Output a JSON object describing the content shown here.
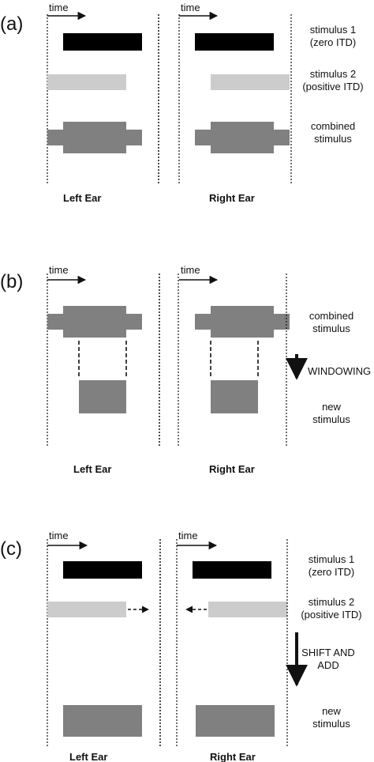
{
  "panels": [
    {
      "label": "(a)",
      "time_label_left": "time",
      "time_label_right": "time",
      "ear_left": "Left Ear",
      "ear_right": "Right Ear",
      "side_labels": {
        "stim1": [
          "stimulus 1",
          "(zero ITD)"
        ],
        "stim2": [
          "stimulus 2",
          "(positive ITD)"
        ],
        "combined": [
          "combined",
          "stimulus"
        ]
      }
    },
    {
      "label": "(b)",
      "time_label_left": "time",
      "time_label_right": "time",
      "ear_left": "Left Ear",
      "ear_right": "Right Ear",
      "side_labels": {
        "combined": [
          "combined",
          "stimulus"
        ],
        "process": "WINDOWING",
        "new": [
          "new",
          "stimulus"
        ]
      }
    },
    {
      "label": "(c)",
      "time_label_left": "time",
      "time_label_right": "time",
      "ear_left": "Left Ear",
      "ear_right": "Right Ear",
      "side_labels": {
        "stim1": [
          "stimulus 1",
          "(zero ITD)"
        ],
        "stim2": [
          "stimulus 2",
          "(positive ITD)"
        ],
        "process": [
          "SHIFT AND",
          "ADD"
        ],
        "new": [
          "new",
          "stimulus"
        ]
      }
    }
  ],
  "colors": {
    "stimulus1": "#000000",
    "stimulus2": "#cccccc",
    "combined": "#808080",
    "line": "#111111"
  }
}
